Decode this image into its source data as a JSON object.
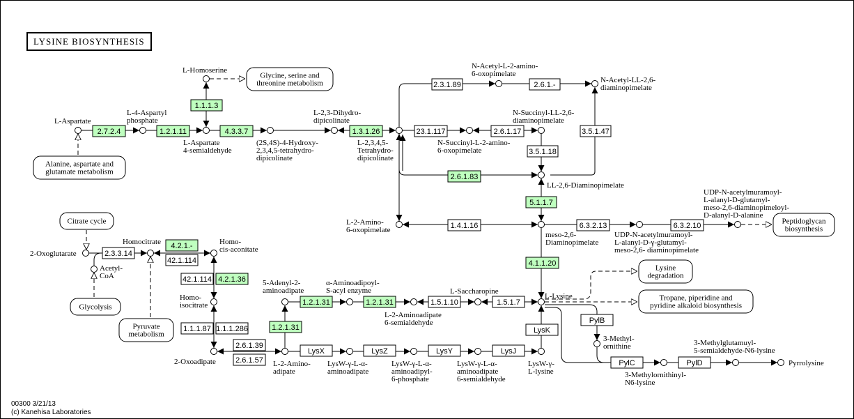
{
  "title": "LYSINE BIOSYNTHESIS",
  "footer": {
    "line1": "00300 3/21/13",
    "line2": "(c) Kanehisa Laboratories"
  },
  "colors": {
    "highlighted_enzyme": "#bfffbf",
    "enzyme_default": "#ffffff",
    "line": "#000000"
  },
  "enzymes": [
    {
      "id": "e1",
      "label": "2.7.2.4",
      "highlighted": true
    },
    {
      "id": "e2",
      "label": "1.2.1.11",
      "highlighted": true
    },
    {
      "id": "e3",
      "label": "1.1.1.3",
      "highlighted": true
    },
    {
      "id": "e4",
      "label": "4.3.3.7",
      "highlighted": true
    },
    {
      "id": "e5",
      "label": "1.3.1.26",
      "highlighted": true
    },
    {
      "id": "e6",
      "label": "2.3.1.89",
      "highlighted": false
    },
    {
      "id": "e7",
      "label": "2.6.1.-",
      "highlighted": false
    },
    {
      "id": "e8",
      "label": "23.1.117",
      "highlighted": false
    },
    {
      "id": "e9",
      "label": "2.6.1.17",
      "highlighted": false
    },
    {
      "id": "e10",
      "label": "3.5.1.18",
      "highlighted": false
    },
    {
      "id": "e11",
      "label": "3.5.1.47",
      "highlighted": false
    },
    {
      "id": "e12",
      "label": "2.6.1.83",
      "highlighted": true
    },
    {
      "id": "e13",
      "label": "5.1.1.7",
      "highlighted": true
    },
    {
      "id": "e14",
      "label": "1.4.1.16",
      "highlighted": false
    },
    {
      "id": "e15",
      "label": "6.3.2.13",
      "highlighted": false
    },
    {
      "id": "e16",
      "label": "6.3.2.10",
      "highlighted": false
    },
    {
      "id": "e17",
      "label": "4.1.1.20",
      "highlighted": true
    },
    {
      "id": "e18",
      "label": "2.3.3.14",
      "highlighted": false
    },
    {
      "id": "e19",
      "label": "4.2.1.-",
      "highlighted": true
    },
    {
      "id": "e20",
      "label": "42.1.114",
      "highlighted": false
    },
    {
      "id": "e21",
      "label": "42.1.114",
      "highlighted": false
    },
    {
      "id": "e22",
      "label": "4.2.1.36",
      "highlighted": true
    },
    {
      "id": "e23",
      "label": "1.1.1.87",
      "highlighted": false
    },
    {
      "id": "e24",
      "label": "1.1.1.286",
      "highlighted": false
    },
    {
      "id": "e25",
      "label": "2.6.1.39",
      "highlighted": false
    },
    {
      "id": "e26",
      "label": "2.6.1.57",
      "highlighted": false
    },
    {
      "id": "e27",
      "label": "1.2.1.31",
      "highlighted": true
    },
    {
      "id": "e28",
      "label": "1.2.1.31",
      "highlighted": true
    },
    {
      "id": "e29",
      "label": "1.2.1.31",
      "highlighted": true
    },
    {
      "id": "e30",
      "label": "1.5.1.10",
      "highlighted": false
    },
    {
      "id": "e31",
      "label": "1.5.1.7",
      "highlighted": false
    },
    {
      "id": "e32",
      "label": "LysX",
      "highlighted": false
    },
    {
      "id": "e33",
      "label": "LysZ",
      "highlighted": false
    },
    {
      "id": "e34",
      "label": "LysY",
      "highlighted": false
    },
    {
      "id": "e35",
      "label": "LysJ",
      "highlighted": false
    },
    {
      "id": "e36",
      "label": "LysK",
      "highlighted": false
    },
    {
      "id": "e37",
      "label": "PylB",
      "highlighted": false
    },
    {
      "id": "e38",
      "label": "PylC",
      "highlighted": false
    },
    {
      "id": "e39",
      "label": "PylD",
      "highlighted": false
    }
  ],
  "pathway_maps": [
    {
      "id": "m1",
      "lines": [
        "Alanine, aspartate and",
        "glutamate metabolism"
      ]
    },
    {
      "id": "m2",
      "lines": [
        "Glycine, serine and",
        "threonine metabolism"
      ]
    },
    {
      "id": "m3",
      "lines": [
        "Peptidoglycan",
        "biosynthesis"
      ]
    },
    {
      "id": "m4",
      "lines": [
        "Citrate cycle"
      ]
    },
    {
      "id": "m5",
      "lines": [
        "Glycolysis"
      ]
    },
    {
      "id": "m6",
      "lines": [
        "Pyruvate",
        "metabolism"
      ]
    },
    {
      "id": "m7",
      "lines": [
        "Lysine",
        "degradation"
      ]
    },
    {
      "id": "m8",
      "lines": [
        "Tropane, piperidine and",
        "pyridine alkaloid biosynthesis"
      ]
    }
  ],
  "compounds": [
    {
      "id": "c1",
      "lines": [
        "L-Aspartate"
      ]
    },
    {
      "id": "c2",
      "lines": [
        "L-4-Aspartyl",
        "phosphate"
      ]
    },
    {
      "id": "c3",
      "lines": [
        "L-Aspartate",
        "4-semialdehyde"
      ]
    },
    {
      "id": "c4",
      "lines": [
        "L-Homoserine"
      ]
    },
    {
      "id": "c5",
      "lines": [
        "(2S,4S)-4-Hydroxy-",
        "2,3,4,5-tetrahydro-",
        "dipicolinate"
      ]
    },
    {
      "id": "c6",
      "lines": [
        "L-2,3-Dihydro-",
        "dipicolinate"
      ]
    },
    {
      "id": "c7",
      "lines": [
        "L-2,3,4,5-",
        "Tetrahydro-",
        "dipicolinate"
      ]
    },
    {
      "id": "c8",
      "lines": [
        "N-Acetyl-L-2-amino-",
        "6-oxopimelate"
      ]
    },
    {
      "id": "c9",
      "lines": [
        "N-Acetyl-LL-2,6-",
        "diaminopimelate"
      ]
    },
    {
      "id": "c10",
      "lines": [
        "N-Succinyl-L-2-amino-",
        "6-oxopimelate"
      ]
    },
    {
      "id": "c11",
      "lines": [
        "N-Succinyl-LL-2,6-",
        "diaminopimelate"
      ]
    },
    {
      "id": "c12",
      "lines": [
        "LL-2,6-Diaminopimelate"
      ]
    },
    {
      "id": "c13",
      "lines": [
        "L-2-Amino-",
        "6-oxopimelate"
      ]
    },
    {
      "id": "c14",
      "lines": [
        "meso-2,6-",
        "Diaminopimelate"
      ]
    },
    {
      "id": "c15",
      "lines": [
        "UDP-N-acetylmuramoyl-",
        "L-alanyl-D-γ-glutamyl-",
        "meso-2,6- diaminopimelate"
      ]
    },
    {
      "id": "c16",
      "lines": [
        "UDP-N-acetylmuramoyl-",
        "L-alanyl-D-glutamyl-",
        "meso-2,6-diaminopimeloyl-",
        "D-alanyl-D-alanine"
      ]
    },
    {
      "id": "c17",
      "lines": [
        "2-Oxoglutarate"
      ]
    },
    {
      "id": "c18",
      "lines": [
        "Acetyl-",
        "CoA"
      ]
    },
    {
      "id": "c19",
      "lines": [
        "Homocitrate"
      ]
    },
    {
      "id": "c20",
      "lines": [
        "Homo-",
        "cis-aconitate"
      ]
    },
    {
      "id": "c21",
      "lines": [
        "Homo-",
        "isocitrate"
      ]
    },
    {
      "id": "c22",
      "lines": [
        "2-Oxoadipate"
      ]
    },
    {
      "id": "c23",
      "lines": [
        "L-2-Amino-",
        "adipate"
      ]
    },
    {
      "id": "c24",
      "lines": [
        "5-Adenyl-2-",
        "aminoadipate"
      ]
    },
    {
      "id": "c25",
      "lines": [
        "α-Aminoadipoyl-",
        "S-acyl enzyme"
      ]
    },
    {
      "id": "c26",
      "lines": [
        "L-2-Aminoadipate",
        "6-semialdehyde"
      ]
    },
    {
      "id": "c27",
      "lines": [
        "L-Saccharopine"
      ]
    },
    {
      "id": "c28",
      "lines": [
        "L-Lysine"
      ]
    },
    {
      "id": "c29",
      "lines": [
        "LysW-γ-L-α-",
        "aminoadipate"
      ]
    },
    {
      "id": "c30",
      "lines": [
        "LysW-γ-L-α-",
        "aminoadipyl-",
        "6-phosphate"
      ]
    },
    {
      "id": "c31",
      "lines": [
        "LysW-γ-L-α-",
        "aminoadipate",
        "6-semialdehyde"
      ]
    },
    {
      "id": "c32",
      "lines": [
        "LysW-γ-",
        "L-lysine"
      ]
    },
    {
      "id": "c33",
      "lines": [
        "3-Methyl-",
        "ornithine"
      ]
    },
    {
      "id": "c34",
      "lines": [
        "3-Methylornithinyl-",
        "N6-lysine"
      ]
    },
    {
      "id": "c35",
      "lines": [
        "3-Methylglutamuyl-",
        "5-semialdehyde-N6-lysine"
      ]
    },
    {
      "id": "c36",
      "lines": [
        "Pyrrolysine"
      ]
    }
  ]
}
